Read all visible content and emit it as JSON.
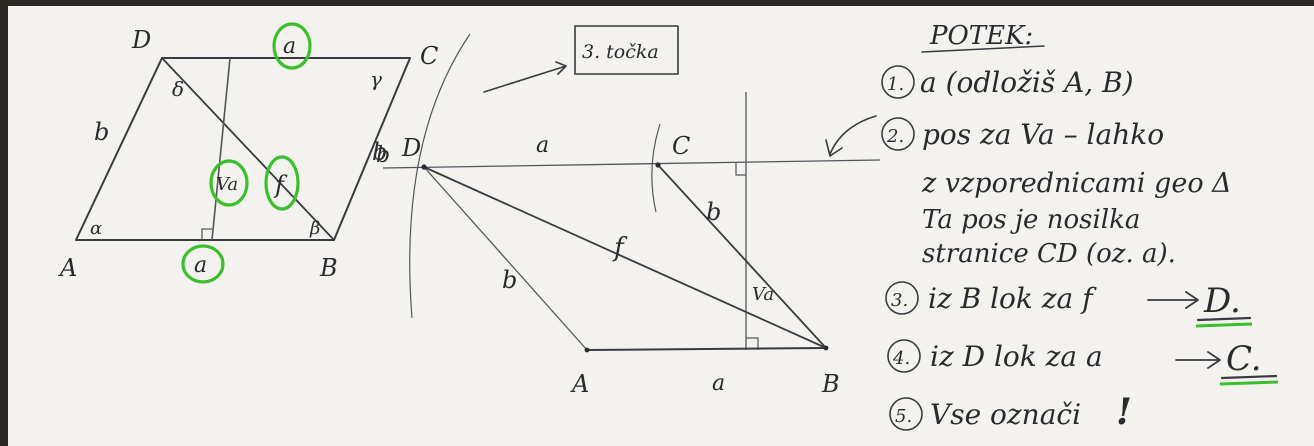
{
  "sketch": {
    "vertices": {
      "a": "A",
      "b": "B",
      "c": "C",
      "d": "D"
    },
    "sides": {
      "top": "a",
      "bottom": "a",
      "left": "b",
      "right": "b"
    },
    "angles": {
      "alpha": "α",
      "beta": "β",
      "gamma": "γ",
      "delta": "δ"
    },
    "height": "Va",
    "diagonal": "f"
  },
  "construction": {
    "vertices": {
      "a": "A",
      "b": "B",
      "c": "C",
      "d": "D"
    },
    "labels": {
      "base": "a",
      "top_side": "a",
      "left_side": "b",
      "right_side": "b",
      "diagonal": "f",
      "height": "Va",
      "parallel_dist": "b"
    },
    "callout": "3. točka"
  },
  "steps": {
    "title": "POTEK:",
    "items": [
      {
        "num": "1.",
        "lines": [
          "a (odložiš A, B)"
        ]
      },
      {
        "num": "2.",
        "lines": [
          "pos za Va – lahko",
          "z vzporednicami geo Δ",
          "Ta pos je nosilka",
          "stranice CD (oz. a)."
        ]
      },
      {
        "num": "3.",
        "lines": [
          "iz B lok za f"
        ],
        "result": "D."
      },
      {
        "num": "4.",
        "lines": [
          "iz D lok za a"
        ],
        "result": "C."
      },
      {
        "num": "5.",
        "lines": [
          "Vse označi"
        ],
        "mark": "!"
      }
    ]
  },
  "colors": {
    "paper": "#f3f2ee",
    "ink": "#2a2a2e",
    "highlight": "#3bbf2c",
    "background": "#2b2824"
  }
}
